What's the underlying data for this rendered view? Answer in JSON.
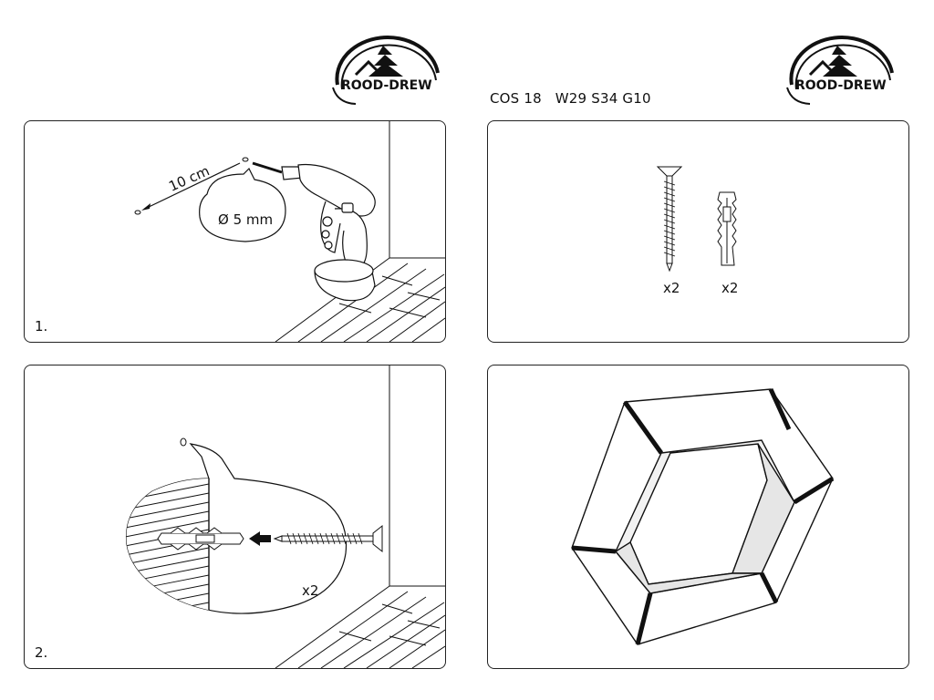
{
  "brand": {
    "logo_text": "ROOD-DREW"
  },
  "header": {
    "product_code": "COS 18   W29 S34 G10"
  },
  "steps": [
    {
      "number": "1.",
      "distance_label": "10 cm",
      "drill_diameter_label": "Ø 5 mm"
    },
    {
      "number": "2.",
      "quantity_label": "x2"
    }
  ],
  "parts": [
    {
      "name": "screw",
      "quantity_label": "x2"
    },
    {
      "name": "wall-plug",
      "quantity_label": "x2"
    }
  ],
  "icons": [
    "drill-icon",
    "screw-icon",
    "wall-plug-icon",
    "arrow-left-icon",
    "hexagon-shelf-icon",
    "floor-boards-icon"
  ]
}
